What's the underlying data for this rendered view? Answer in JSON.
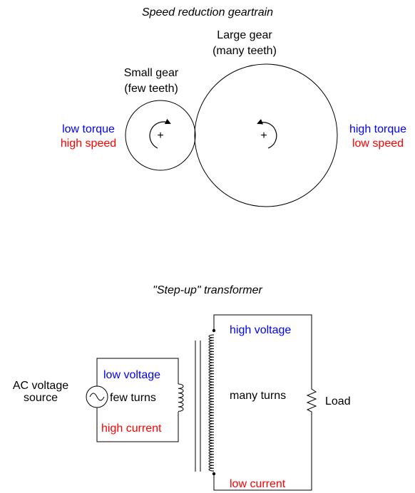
{
  "gear_diagram": {
    "title": "Speed reduction geartrain",
    "large_gear": {
      "line1": "Large gear",
      "line2": "(many teeth)"
    },
    "small_gear": {
      "line1": "Small gear",
      "line2": "(few teeth)"
    },
    "left_input": {
      "torque": "low torque",
      "speed": "high speed"
    },
    "right_output": {
      "torque": "high torque",
      "speed": "low speed"
    },
    "axle_mark": "+"
  },
  "transformer_diagram": {
    "title": "\"Step-up\" transformer",
    "source_label": {
      "line1": "AC voltage",
      "line2": "source"
    },
    "primary": {
      "voltage": "low voltage",
      "turns": "few turns",
      "current": "high current"
    },
    "secondary": {
      "voltage": "high voltage",
      "turns": "many turns",
      "current": "low current"
    },
    "load_label": "Load"
  },
  "colors": {
    "blue": "#0000ff",
    "red": "#ff0000",
    "black": "#000000"
  }
}
